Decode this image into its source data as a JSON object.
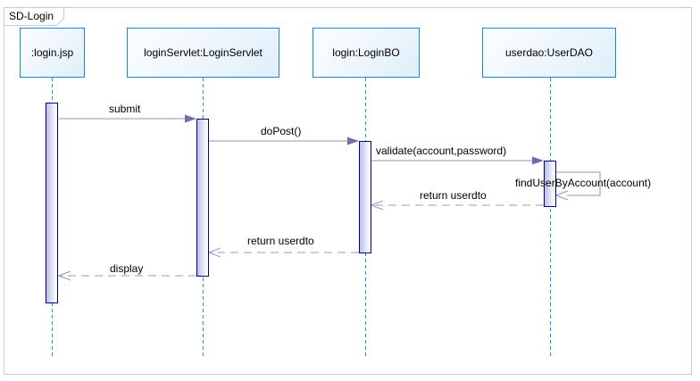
{
  "frame": {
    "title": "SD-Login"
  },
  "participants": [
    {
      "name": ":login.jsp"
    },
    {
      "name": "loginServlet:LoginServlet"
    },
    {
      "name": "login:LoginBO"
    },
    {
      "name": "userdao:UserDAO"
    }
  ],
  "messages": [
    {
      "label": "submit",
      "type": "call",
      "from": ":login.jsp",
      "to": "loginServlet:LoginServlet"
    },
    {
      "label": "doPost()",
      "type": "call",
      "from": "loginServlet:LoginServlet",
      "to": "login:LoginBO"
    },
    {
      "label": "validate(account,password)",
      "type": "call",
      "from": "login:LoginBO",
      "to": "userdao:UserDAO"
    },
    {
      "label": "findUserByAccount(account)",
      "type": "self-call",
      "from": "userdao:UserDAO",
      "to": "userdao:UserDAO"
    },
    {
      "label": "return userdto",
      "type": "return",
      "from": "userdao:UserDAO",
      "to": "login:LoginBO"
    },
    {
      "label": "return userdto",
      "type": "return",
      "from": "login:LoginBO",
      "to": "loginServlet:LoginServlet"
    },
    {
      "label": "display",
      "type": "return",
      "from": "loginServlet:LoginServlet",
      "to": ":login.jsp"
    }
  ],
  "colors": {
    "frame_border": "#c9c9da",
    "box_border": "#1f87d0",
    "box_fill_start": "#fcfeff",
    "box_fill_end": "#e0effa",
    "lifeline": "#1e96d8",
    "activation_border": "#000084",
    "activation_fill_start": "#c3c3ec",
    "activation_fill_end": "#fdfdff",
    "arrow_line": "#9393bd",
    "arrow_head": "#6e6eac",
    "arrow_return": "#9a9ac9",
    "text": "#000000",
    "bg": "#ffffff"
  }
}
